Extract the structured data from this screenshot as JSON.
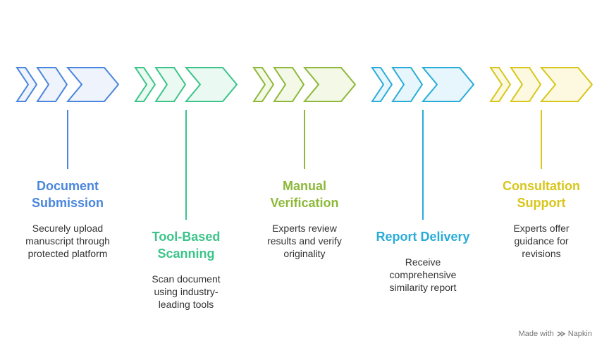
{
  "steps": [
    {
      "title_lines": [
        "Document",
        "Submission"
      ],
      "desc_lines": [
        "Securely upload",
        "manuscript through",
        "protected platform"
      ],
      "color": "#4A86DD",
      "fill": "#EEF3FC",
      "level": "high"
    },
    {
      "title_lines": [
        "Tool-Based",
        "Scanning"
      ],
      "desc_lines": [
        "Scan document",
        "using industry-",
        "leading tools"
      ],
      "color": "#3CC48A",
      "fill": "#EAF9F1",
      "level": "low"
    },
    {
      "title_lines": [
        "Manual",
        "Verification"
      ],
      "desc_lines": [
        "Experts review",
        "results and verify",
        "originality"
      ],
      "color": "#8DB83A",
      "fill": "#F3F9E6",
      "level": "high"
    },
    {
      "title_lines": [
        "Report Delivery"
      ],
      "desc_lines": [
        "Receive",
        "comprehensive",
        "similarity report"
      ],
      "color": "#2AACD8",
      "fill": "#E7F6FC",
      "level": "low"
    },
    {
      "title_lines": [
        "Consultation",
        "Support"
      ],
      "desc_lines": [
        "Experts offer",
        "guidance for",
        "revisions"
      ],
      "color": "#D8C61A",
      "fill": "#FCF9E0",
      "level": "high"
    }
  ],
  "branding": {
    "text": "Made with",
    "brand": "Napkin"
  }
}
